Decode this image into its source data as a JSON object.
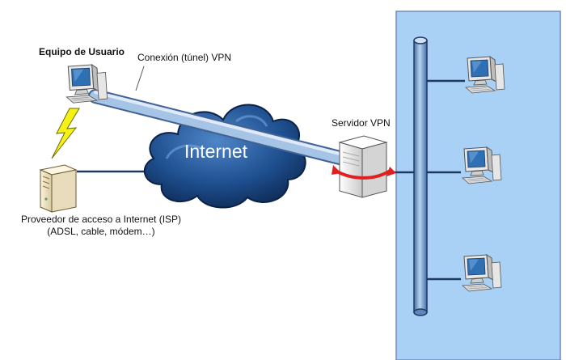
{
  "labels": {
    "user_computer": "Equipo de Usuario",
    "vpn_tunnel": "Conexión (túnel) VPN",
    "internet": "Internet",
    "vpn_server": "Servidor VPN",
    "isp_line1": "Proveedor de acceso a Internet (ISP)",
    "isp_line2": "(ADSL, cable,  módem…)"
  },
  "icons": {
    "user": "desktop-computer-icon",
    "isp": "server-tower-icon",
    "server": "vpn-server-icon",
    "lan": "desktop-computer-icon",
    "link": "lightning-bolt-icon",
    "cloud": "cloud-icon"
  },
  "colors": {
    "lan_background": "#a9d0f5",
    "tunnel": "#a6c4e6",
    "cloud": "#1e4f8f",
    "bolt": "#f5f016",
    "server_arrow": "#e02020",
    "lines": "#1f3a5f"
  }
}
